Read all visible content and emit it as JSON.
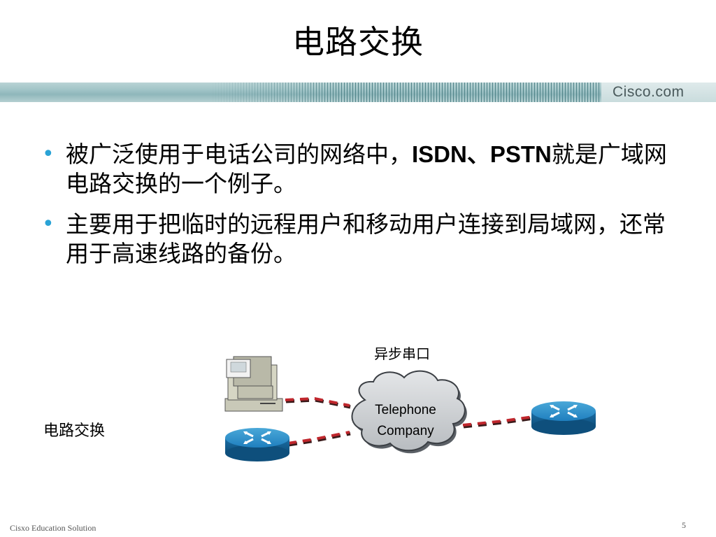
{
  "slide": {
    "title": "电路交换"
  },
  "banner": {
    "logo_text": "Cisco.com"
  },
  "bullets": [
    {
      "pre": "被广泛使用于电话公司的网络中，",
      "bold": "ISDN、PSTN",
      "post": "就是广域网电路交换的一个例子。"
    },
    {
      "pre": "主要用于把临时的远程用户和移动用户连接到局域网，还常用于高速线路的备份。",
      "bold": "",
      "post": ""
    }
  ],
  "diagram": {
    "serial_label": "异步串口",
    "switching_label": "电路交换",
    "cloud_line1": "Telephone",
    "cloud_line2": "Company",
    "icons": [
      "pc-icon",
      "router-icon",
      "cloud-icon",
      "router-icon"
    ],
    "link_color": "#c0272d"
  },
  "footer": {
    "left_text": "Cisxo Education Solution",
    "page_number": "5"
  }
}
